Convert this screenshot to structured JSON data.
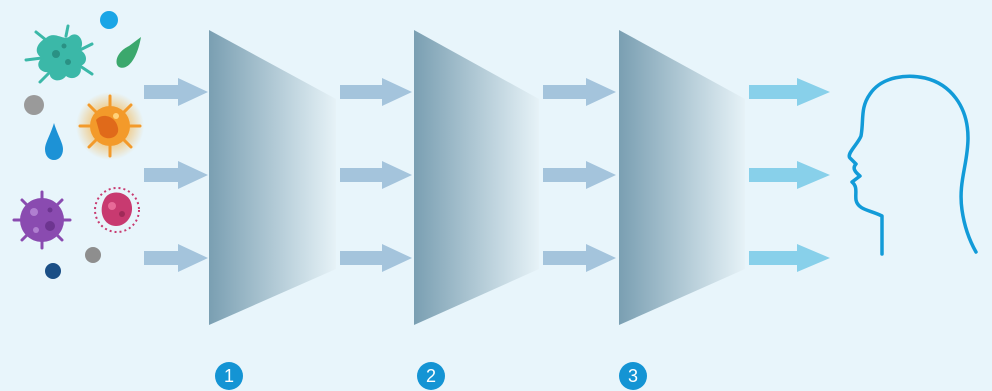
{
  "colors": {
    "background": "#e8f5fb",
    "filter_dark": "#7a9fb2",
    "filter_light": "#e6f2f7",
    "arrow_in": "#a4c4dc",
    "arrow_out": "#88d0ea",
    "head_outline": "#129bd8",
    "badge": "#1494d4",
    "virus_purple": "#8a4bb0",
    "virus_orange": "#f39a2a",
    "microbe_teal": "#3bb8a8",
    "germ_pink": "#c83a70",
    "drop_blue": "#1d92d6",
    "drop_green": "#3ba86d",
    "dot_gray": "#9a9a9a",
    "dot_navy": "#1b4f86",
    "dot_cyan": "#1aa5e6"
  },
  "filters": [
    {
      "label": "1",
      "name": "filter-layer-1"
    },
    {
      "label": "2",
      "name": "filter-layer-2"
    },
    {
      "label": "3",
      "name": "filter-layer-3"
    }
  ],
  "icons": {
    "particles": [
      "bacteria-icon",
      "virus-icon",
      "coronavirus-icon",
      "germ-icon",
      "droplet-icon",
      "particle-dot-icon"
    ],
    "head": "human-head-icon",
    "arrow": "arrow-right-icon"
  }
}
